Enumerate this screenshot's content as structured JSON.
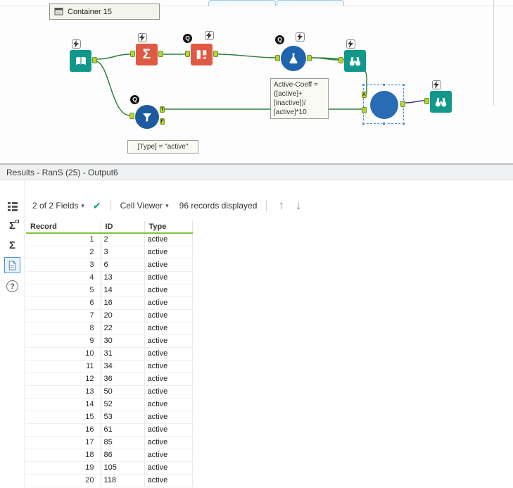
{
  "glyphs": {
    "sigma": "Σ",
    "help": "?",
    "caret": "▾",
    "check": "✔",
    "up": "↑",
    "down": "↓",
    "q": "Q"
  },
  "canvas": {
    "container_label": "Container 15",
    "anchors": {
      "t": "T",
      "f": "F",
      "a": "A"
    },
    "annotations": {
      "formula": "Active-Coeff =\n([active]+\n[inactive])/\n[active]*10",
      "filter": "[Type] = \"active\""
    }
  },
  "results": {
    "title": "Results - RanS (25) - Output6",
    "toolbar": {
      "fields": "2 of 2 Fields",
      "cell_viewer": "Cell Viewer",
      "records": "96 records displayed"
    },
    "table": {
      "columns": [
        "Record",
        "ID",
        "Type"
      ],
      "rows": [
        [
          "1",
          "2",
          "active"
        ],
        [
          "2",
          "3",
          "active"
        ],
        [
          "3",
          "6",
          "active"
        ],
        [
          "4",
          "13",
          "active"
        ],
        [
          "5",
          "14",
          "active"
        ],
        [
          "6",
          "16",
          "active"
        ],
        [
          "7",
          "20",
          "active"
        ],
        [
          "8",
          "22",
          "active"
        ],
        [
          "9",
          "30",
          "active"
        ],
        [
          "10",
          "31",
          "active"
        ],
        [
          "11",
          "34",
          "active"
        ],
        [
          "12",
          "36",
          "active"
        ],
        [
          "13",
          "50",
          "active"
        ],
        [
          "14",
          "52",
          "active"
        ],
        [
          "15",
          "53",
          "active"
        ],
        [
          "16",
          "61",
          "active"
        ],
        [
          "17",
          "85",
          "active"
        ],
        [
          "18",
          "86",
          "active"
        ],
        [
          "19",
          "105",
          "active"
        ],
        [
          "20",
          "118",
          "active"
        ]
      ]
    }
  }
}
